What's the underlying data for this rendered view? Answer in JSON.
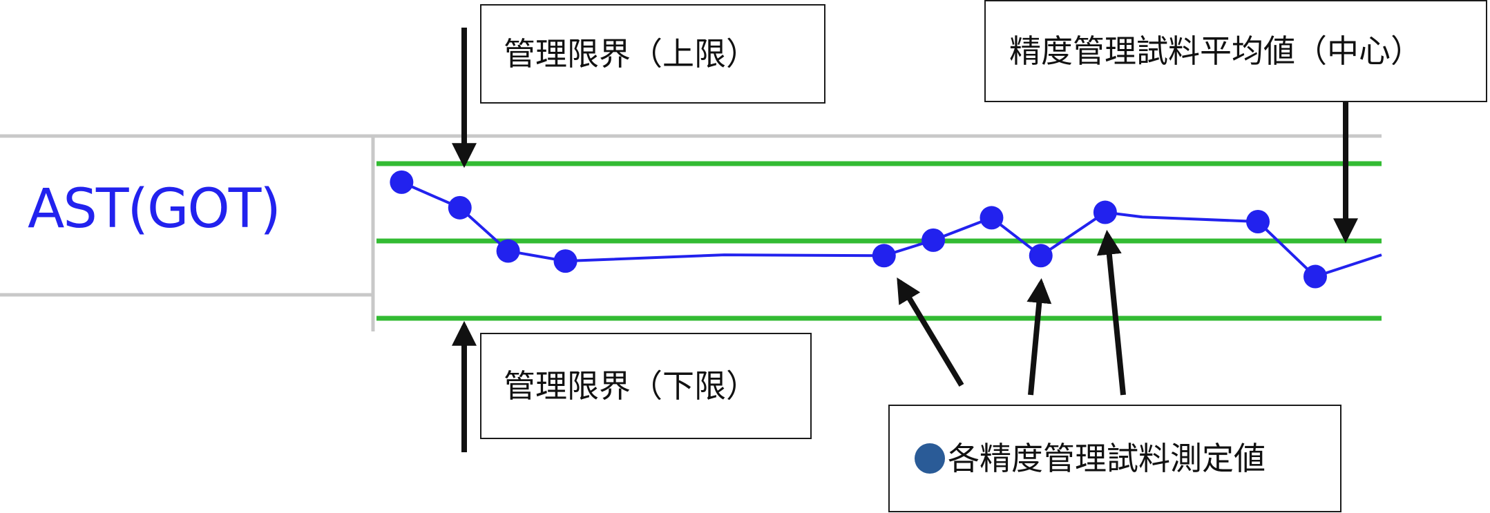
{
  "row_label": "AST(GOT)",
  "callouts": {
    "upper": "管理限界（上限）",
    "lower": "管理限界（下限）",
    "center": "精度管理試料平均値（中心）",
    "points": "各精度管理試料測定値"
  },
  "colors": {
    "limit_line": "#33bb33",
    "series_line": "#2222ee",
    "marker": "#2222ee",
    "legend_dot": "#2a5b97",
    "grid_line": "#c8c8c8",
    "arrow": "#111111"
  },
  "chart_data": {
    "type": "line",
    "title": "",
    "xlabel": "",
    "ylabel": "",
    "x_range": [
      0,
      100
    ],
    "ylim": [
      -1,
      1
    ],
    "reference_lines": [
      {
        "key": "upper",
        "y": 1
      },
      {
        "key": "center",
        "y": 0
      },
      {
        "key": "lower",
        "y": -1
      }
    ],
    "series": [
      {
        "points": [
          {
            "x": 2.5,
            "y": 0.76,
            "marker": true
          },
          {
            "x": 8.3,
            "y": 0.43,
            "marker": true
          },
          {
            "x": 13.1,
            "y": -0.13,
            "marker": true
          },
          {
            "x": 18.8,
            "y": -0.26,
            "marker": true
          },
          {
            "x": 34.6,
            "y": -0.18,
            "marker": false
          },
          {
            "x": 50.5,
            "y": -0.19,
            "marker": true
          },
          {
            "x": 55.4,
            "y": 0.01,
            "marker": true
          },
          {
            "x": 61.2,
            "y": 0.3,
            "marker": true
          },
          {
            "x": 66.1,
            "y": -0.19,
            "marker": true
          },
          {
            "x": 72.5,
            "y": 0.37,
            "marker": true
          },
          {
            "x": 76.2,
            "y": 0.31,
            "marker": false
          },
          {
            "x": 87.7,
            "y": 0.25,
            "marker": true
          },
          {
            "x": 93.4,
            "y": -0.46,
            "marker": true
          },
          {
            "x": 100.0,
            "y": -0.18,
            "marker": false
          }
        ]
      }
    ]
  }
}
